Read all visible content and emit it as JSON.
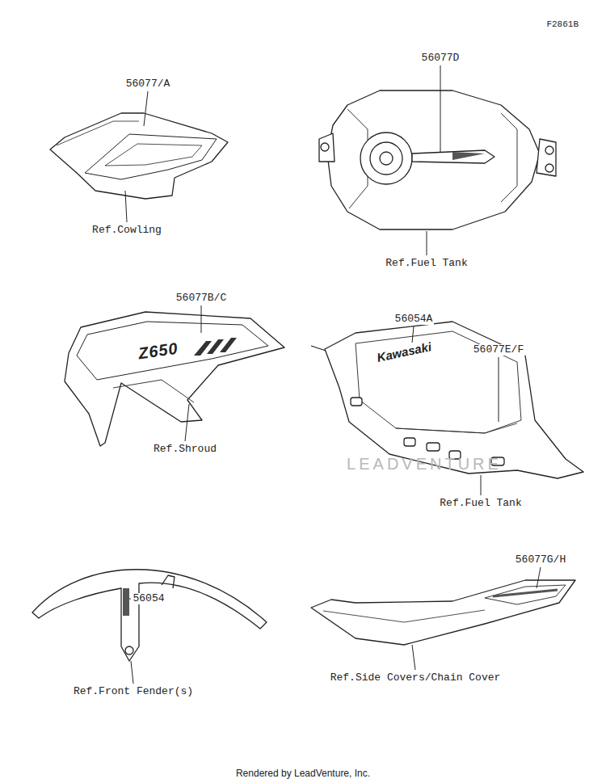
{
  "diagram": {
    "labels": [
      "F2861B",
      "56077/A",
      "Ref.Cowling",
      "56077D",
      "Ref.Fuel Tank",
      "56077B/C",
      "Z650",
      "Ref.Shroud",
      "56054A",
      "Kawasaki",
      "56077E/F",
      "Ref.Fuel Tank",
      "56054",
      "Ref.Front Fender(s)",
      "56077G/H",
      "Ref.Side Covers/Chain Cover",
      "LEADVENTURE",
      "Rendered by LeadVenture, Inc."
    ]
  }
}
